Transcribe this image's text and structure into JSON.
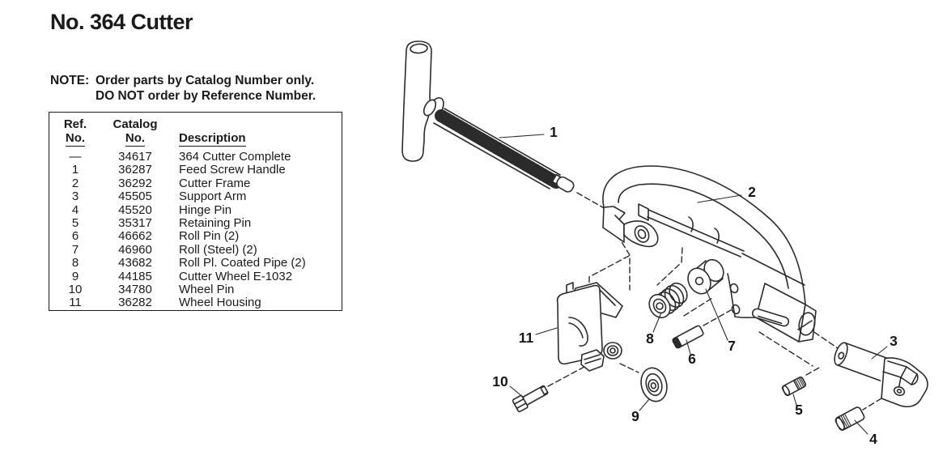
{
  "page": {
    "title": "No. 364 Cutter"
  },
  "note": {
    "label": "NOTE:",
    "line1": "Order parts by Catalog Number only.",
    "line2": "DO NOT order by Reference Number."
  },
  "parts_table": {
    "headers": {
      "ref_line1": "Ref.",
      "ref_line2": "No.",
      "catalog_line1": "Catalog",
      "catalog_line2": "No.",
      "description": "Description"
    },
    "rows": [
      {
        "ref": "—",
        "catalog": "34617",
        "description": "364 Cutter Complete"
      },
      {
        "ref": "1",
        "catalog": "36287",
        "description": "Feed Screw Handle"
      },
      {
        "ref": "2",
        "catalog": "36292",
        "description": "Cutter Frame"
      },
      {
        "ref": "3",
        "catalog": "45505",
        "description": "Support Arm"
      },
      {
        "ref": "4",
        "catalog": "45520",
        "description": "Hinge Pin"
      },
      {
        "ref": "5",
        "catalog": "35317",
        "description": "Retaining Pin"
      },
      {
        "ref": "6",
        "catalog": "46662",
        "description": "Roll Pin (2)"
      },
      {
        "ref": "7",
        "catalog": "46960",
        "description": "Roll (Steel) (2)"
      },
      {
        "ref": "8",
        "catalog": "43682",
        "description": "Roll Pl. Coated Pipe (2)"
      },
      {
        "ref": "9",
        "catalog": "44185",
        "description": "Cutter Wheel E-1032"
      },
      {
        "ref": "10",
        "catalog": "34780",
        "description": "Wheel Pin"
      },
      {
        "ref": "11",
        "catalog": "36282",
        "description": "Wheel Housing"
      }
    ]
  },
  "diagram": {
    "colors": {
      "ink": "#1a1a1a",
      "line": "#2b2b2b",
      "background": "#ffffff"
    },
    "labels": [
      {
        "n": "1",
        "part": "feed-screw-handle"
      },
      {
        "n": "2",
        "part": "cutter-frame"
      },
      {
        "n": "3",
        "part": "support-arm"
      },
      {
        "n": "4",
        "part": "hinge-pin"
      },
      {
        "n": "5",
        "part": "retaining-pin"
      },
      {
        "n": "6",
        "part": "roll-pin"
      },
      {
        "n": "7",
        "part": "roll-steel"
      },
      {
        "n": "8",
        "part": "roll-coated-pipe"
      },
      {
        "n": "9",
        "part": "cutter-wheel"
      },
      {
        "n": "10",
        "part": "wheel-pin"
      },
      {
        "n": "11",
        "part": "wheel-housing"
      }
    ]
  }
}
